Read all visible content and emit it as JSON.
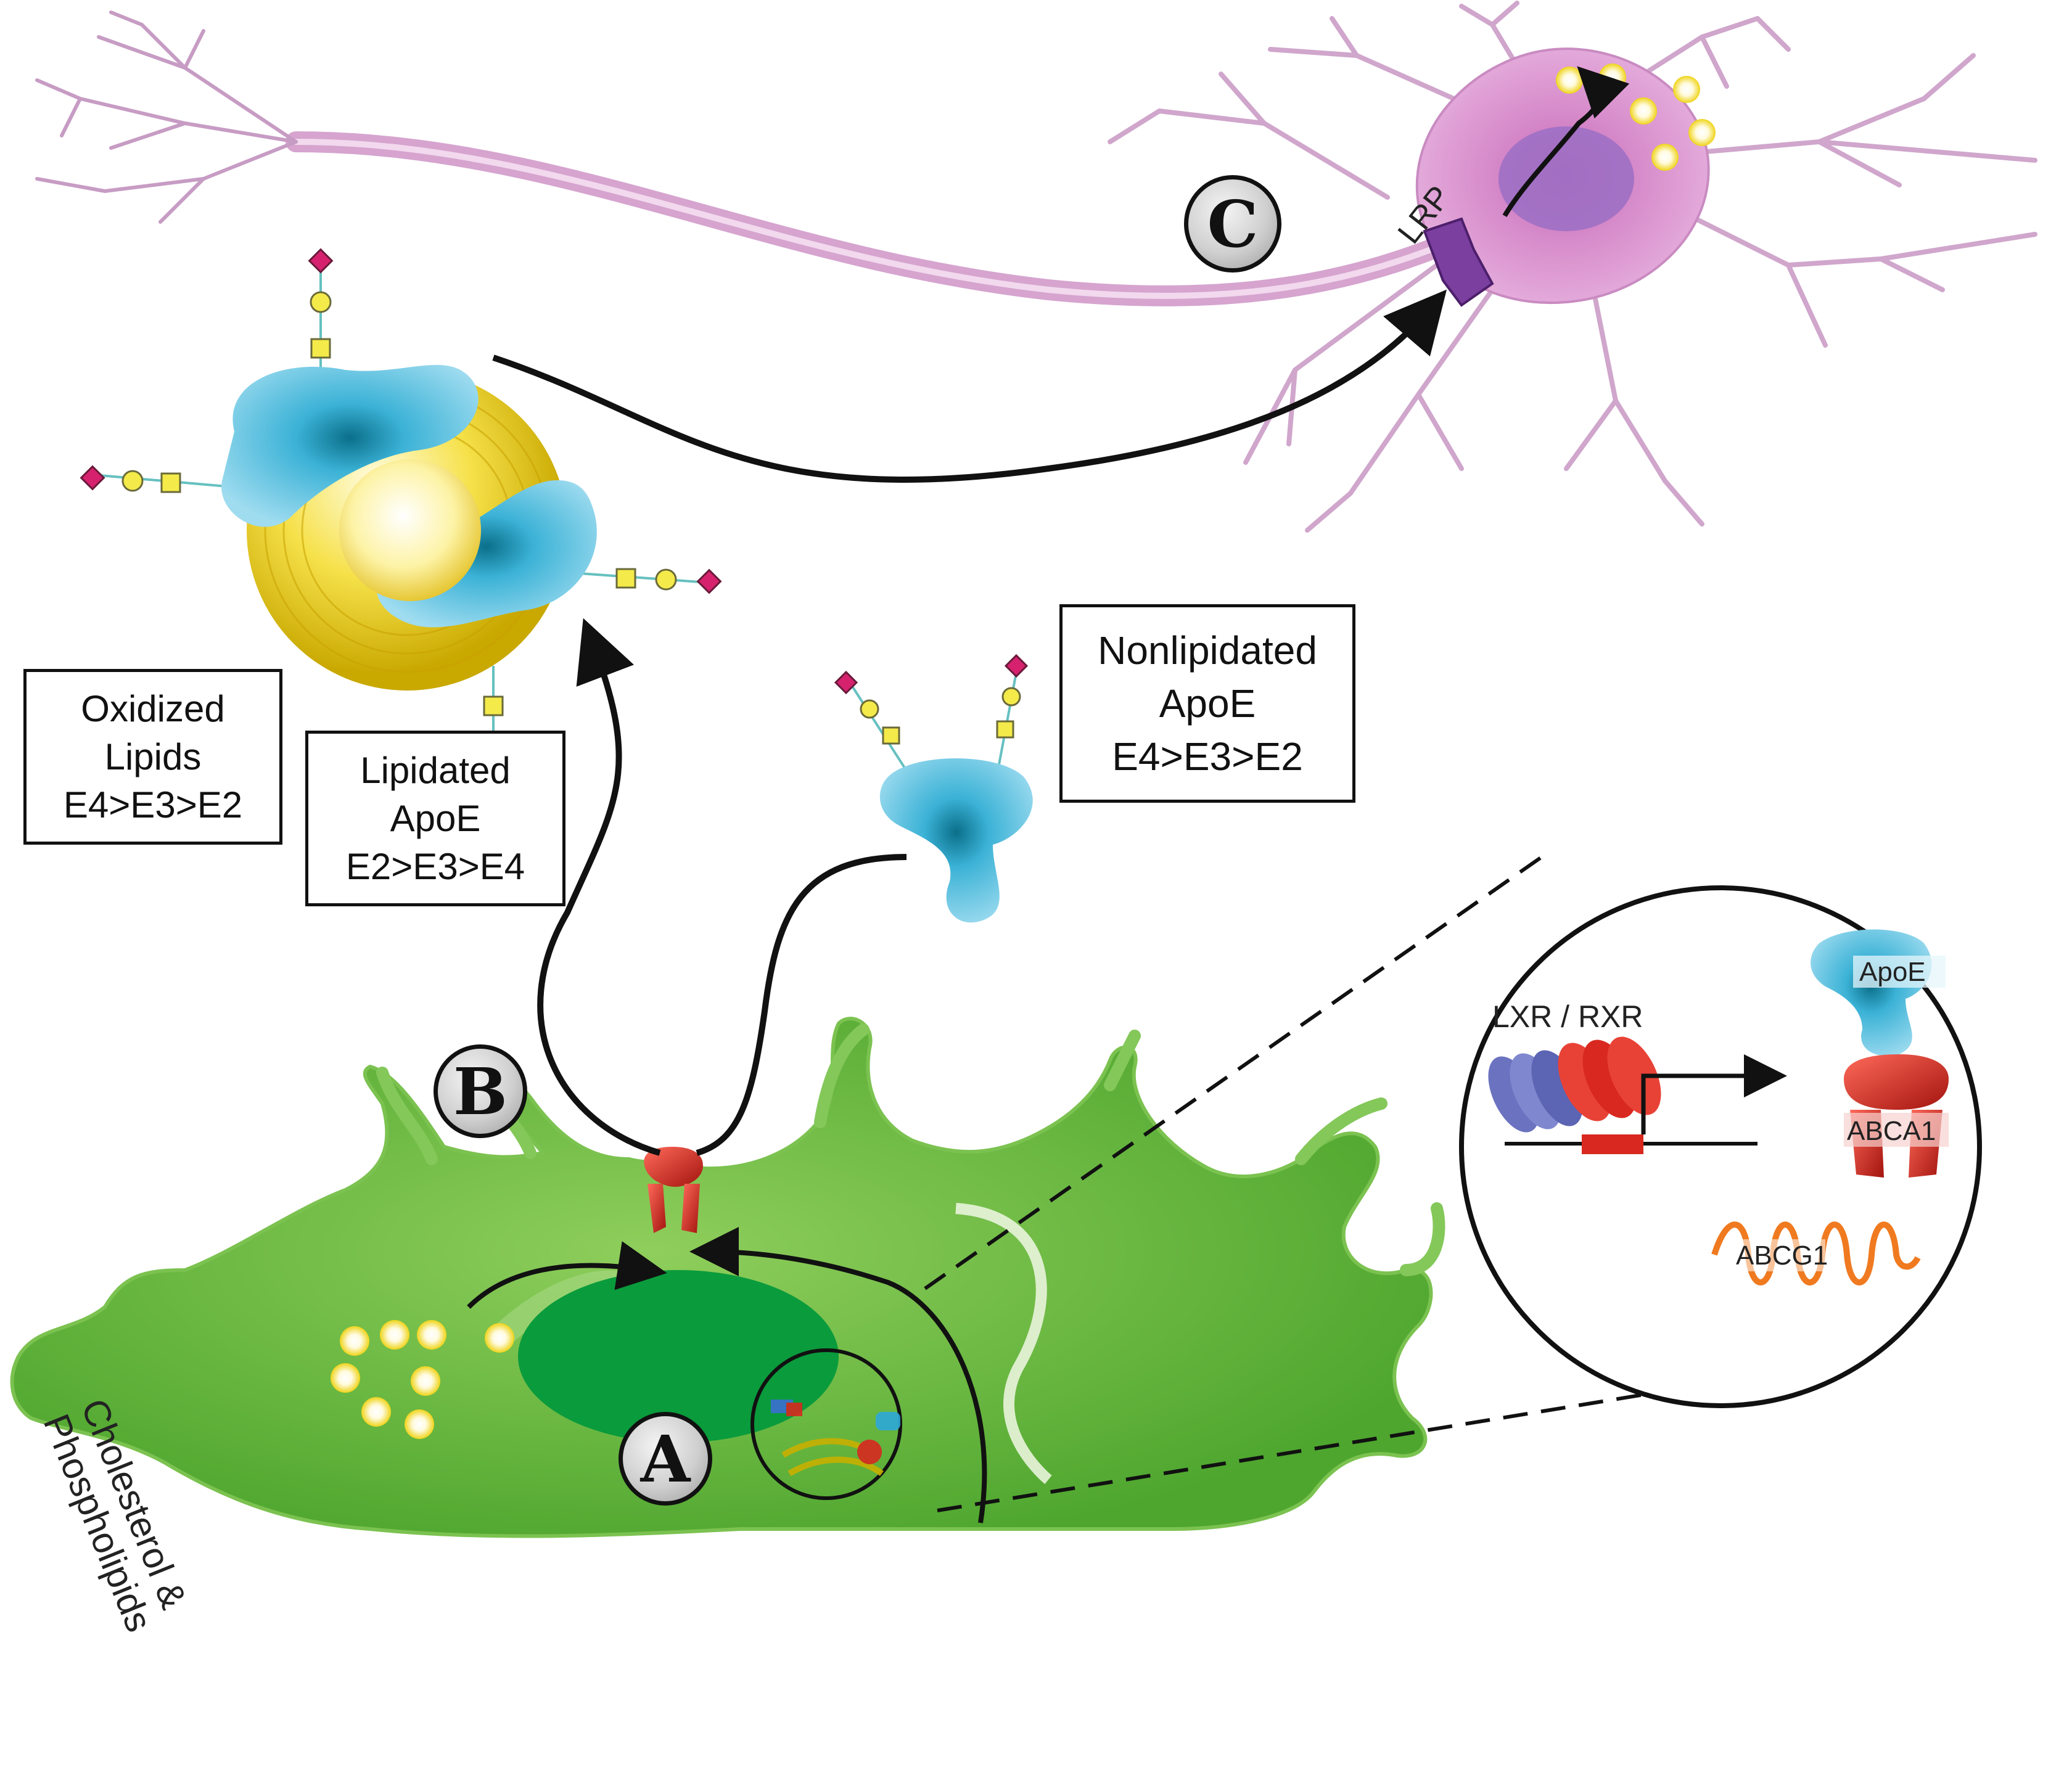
{
  "labels": {
    "oxidized": [
      "Oxidized",
      "Lipids",
      "E4>E3>E2"
    ],
    "lipidated": [
      "Lipidated",
      "ApoE",
      "E2>E3>E4"
    ],
    "nonlipidated": [
      "Nonlipidated",
      "ApoE",
      "E4>E3>E2"
    ],
    "cholesterol": [
      "Cholesterol &",
      "Phospholipids"
    ],
    "lrp": "LRP",
    "lxr_rxr": "LXR / RXR",
    "apoe": "ApoE",
    "abca1": "ABCA1",
    "abcg1": "ABCG1"
  },
  "steps": {
    "a": "A",
    "b": "B",
    "c": "C"
  },
  "colors": {
    "astrocyte": "#6dbb3f",
    "nucleus": "#0a9b3c",
    "neuron": "#d99bd3",
    "apoe_protein": "#5ac3e6",
    "lipid": "#f2d51c",
    "transporter": "#d8281f",
    "receptor": "#7b3fa0"
  }
}
